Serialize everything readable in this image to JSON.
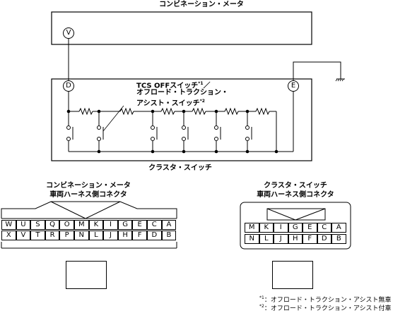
{
  "labels": {
    "combination_meter": "コンビネーション・メータ",
    "cluster_switch": "クラスタ・スイッチ",
    "tcs_switch_line1": "TCS OFFスイッチ",
    "tcs_switch_sup": "*1",
    "tcs_switch_sep": "／",
    "tcs_switch_line2": "オフロード・トラクション・",
    "tcs_switch_line3": "アシスト・スイッチ",
    "tcs_switch_sup2": "*2",
    "left_conn_title1": "コンビネーション・メータ",
    "left_conn_title2": "車両ハーネス側コネクタ",
    "right_conn_title1": "クラスタ・スイッチ",
    "right_conn_title2": "車両ハーネス側コネクタ"
  },
  "terminals": {
    "v": "V",
    "d": "D",
    "e": "E"
  },
  "left_connector": {
    "top_row": [
      "W",
      "U",
      "S",
      "Q",
      "O",
      "M",
      "K",
      "I",
      "G",
      "E",
      "C",
      "A"
    ],
    "bottom_row": [
      "X",
      "V",
      "T",
      "R",
      "P",
      "N",
      "L",
      "J",
      "H",
      "F",
      "D",
      "B"
    ]
  },
  "right_connector": {
    "top_row": [
      "M",
      "K",
      "I",
      "G",
      "E",
      "C",
      "A"
    ],
    "bottom_row": [
      "N",
      "L",
      "J",
      "H",
      "F",
      "D",
      "B"
    ]
  },
  "notes": {
    "note1_mark": "*1",
    "note1_text": "：オフロード・トラクション・アシスト無車",
    "note2_mark": "*2",
    "note2_text": "：オフロード・トラクション・アシスト付車"
  }
}
